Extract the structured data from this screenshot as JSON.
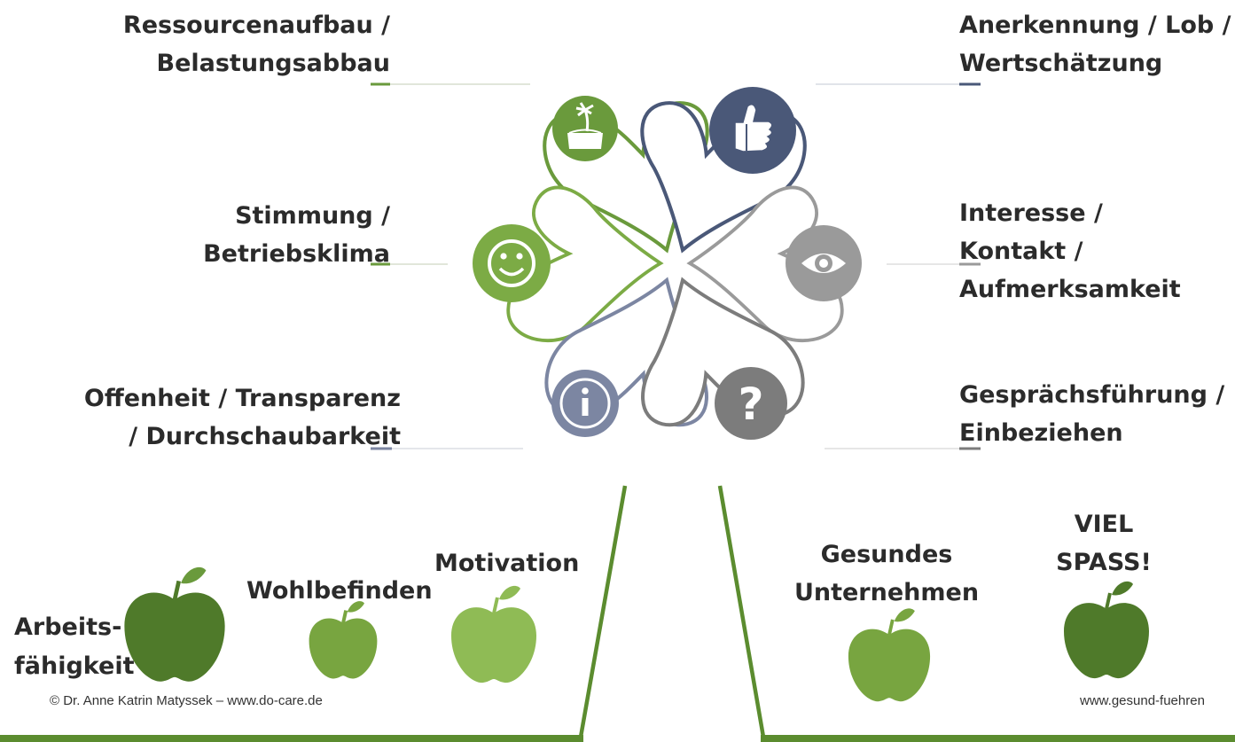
{
  "colors": {
    "green": "#6a9a3c",
    "green_light": "#7cab45",
    "navy": "#4a5878",
    "gray": "#9a9a9a",
    "gray_dark": "#7c7c7c",
    "slate": "#7c86a2",
    "apple_dark": "#4f7a2a",
    "apple_mid": "#78a540",
    "apple_light": "#8fbb55"
  },
  "leaves": [
    {
      "id": "ressourcen",
      "icon": "island-palm-icon",
      "color": "green",
      "lines": [
        "Ressourcenaufbau /",
        "Belastungsabbau"
      ]
    },
    {
      "id": "anerkennung",
      "icon": "thumbs-up-icon",
      "color": "navy",
      "lines": [
        "Anerkennung / Lob /",
        "Wertschätzung"
      ]
    },
    {
      "id": "stimmung",
      "icon": "smiley-icon",
      "color": "green",
      "lines": [
        "Stimmung /",
        "Betriebsklima"
      ]
    },
    {
      "id": "interesse",
      "icon": "eye-icon",
      "color": "gray",
      "lines": [
        "Interesse /",
        "Kontakt /",
        "Aufmerksamkeit"
      ]
    },
    {
      "id": "offenheit",
      "icon": "info-icon",
      "color": "slate",
      "lines": [
        "Offenheit / Transparenz",
        "/ Durchschaubarkeit"
      ]
    },
    {
      "id": "gespraech",
      "icon": "question-mark-icon",
      "color": "gray_dark",
      "lines": [
        "Gesprächsführung /",
        "Einbeziehen"
      ]
    }
  ],
  "outcomes": {
    "arbeitsfaehigkeit": [
      "Arbeits-",
      "fähigkeit"
    ],
    "wohlbefinden": "Wohlbefinden",
    "motivation": "Motivation",
    "gesundes_unternehmen": [
      "Gesundes",
      "Unternehmen"
    ],
    "spass": [
      "VIEL",
      "SPASS!"
    ]
  },
  "footer": {
    "copyright": "©  Dr. Anne Katrin Matyssek – www.do-care.de",
    "website": "www.gesund-fuehren"
  }
}
